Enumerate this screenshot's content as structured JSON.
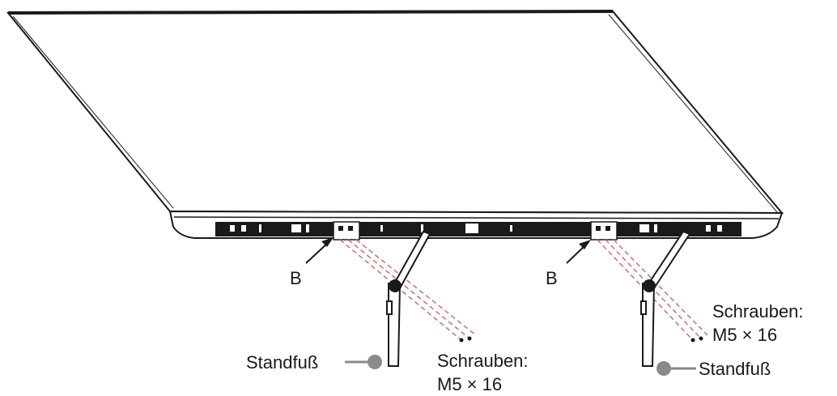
{
  "labels": {
    "left": {
      "bracket": "B",
      "stand": "Standfuß",
      "screws_title": "Schrauben:",
      "screws_size": "M5 × 16"
    },
    "right": {
      "bracket": "B",
      "stand": "Standfuß",
      "screws_title": "Schrauben:",
      "screws_size": "M5 × 16"
    }
  },
  "colors": {
    "line": "#1a1a1a",
    "callout_dot": "#8a8a8a",
    "screw_path": "#c87a7a"
  }
}
